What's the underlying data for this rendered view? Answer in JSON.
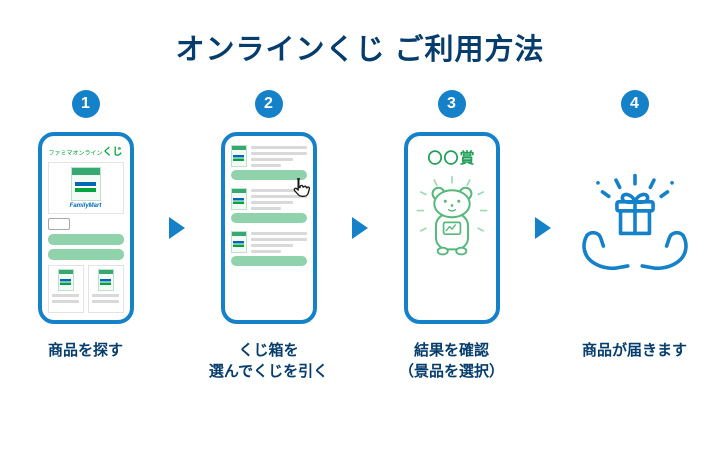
{
  "title": "オンラインくじ ご利用方法",
  "colors": {
    "primary_blue": "#1581c9",
    "navy": "#073d6d",
    "fm_green": "#00a33e",
    "fm_blue": "#0068b7",
    "light_green": "#8fd2ac"
  },
  "steps": [
    {
      "number": "1",
      "label_line1": "商品を探す",
      "label_line2": ""
    },
    {
      "number": "2",
      "label_line1": "くじ箱を",
      "label_line2": "選んでくじを引く"
    },
    {
      "number": "3",
      "label_line1": "結果を確認",
      "label_line2": "（景品を選択）"
    },
    {
      "number": "4",
      "label_line1": "商品が届きます",
      "label_line2": ""
    }
  ],
  "phone1": {
    "app_title_small": "ファミマオンライン",
    "app_title_big": "くじ",
    "brand": "FamilyMart"
  },
  "phone3": {
    "prize": "〇〇賞"
  }
}
